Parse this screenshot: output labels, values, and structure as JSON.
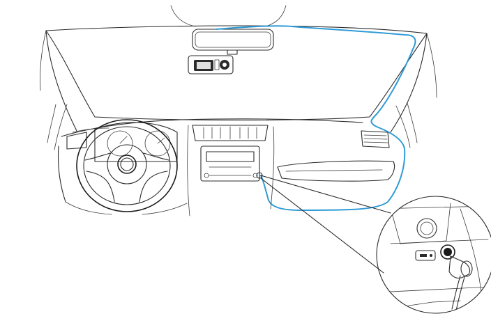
{
  "diagram": {
    "cable_color": "#2f9bd6",
    "line_color": "#2b2b2b",
    "background": "#ffffff",
    "components": [
      "rear-view-mirror",
      "dash-camera",
      "steering-wheel",
      "instrument-cluster",
      "center-air-vents",
      "car-radio",
      "glove-box",
      "side-air-vents",
      "power-cable",
      "cigarette-lighter-socket",
      "car-charger-adapter",
      "usb-port"
    ],
    "inset": "magnified-view"
  }
}
